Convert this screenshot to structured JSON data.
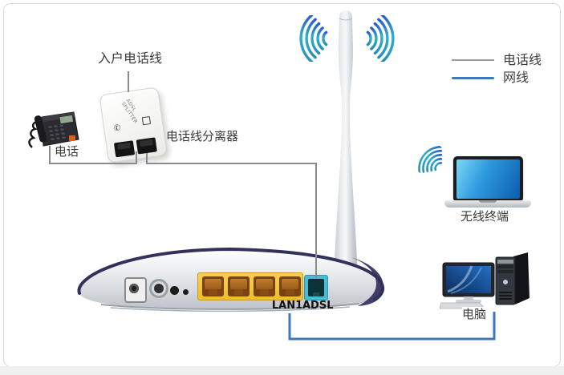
{
  "labels": {
    "incoming_phone_line": "入户电话线",
    "splitter": "电话线分离器",
    "telephone": "电话",
    "wireless_terminal": "无线终端",
    "computer": "电脑"
  },
  "legend": {
    "items": [
      {
        "label": "电话线",
        "color": "#9a9a9a",
        "meaning": "phone line"
      },
      {
        "label": "网线",
        "color": "#3a78c0",
        "meaning": "network cable"
      }
    ]
  },
  "router": {
    "lan1_port_label": "LAN1",
    "adsl_port_label": "ADSL"
  },
  "splitter_device": {
    "text_line1": "ADSL",
    "text_line2": "SPLITTER"
  },
  "colors": {
    "phone_line": "#8b8b8b",
    "network_cable": "#3a78c0",
    "wifi_wave_teal": "#2fb0cc",
    "wifi_wave_blue": "#2a5ec8",
    "lan_panel": "#f2c43c",
    "adsl_port": "#49bcd4",
    "router_trim": "#31315c"
  }
}
